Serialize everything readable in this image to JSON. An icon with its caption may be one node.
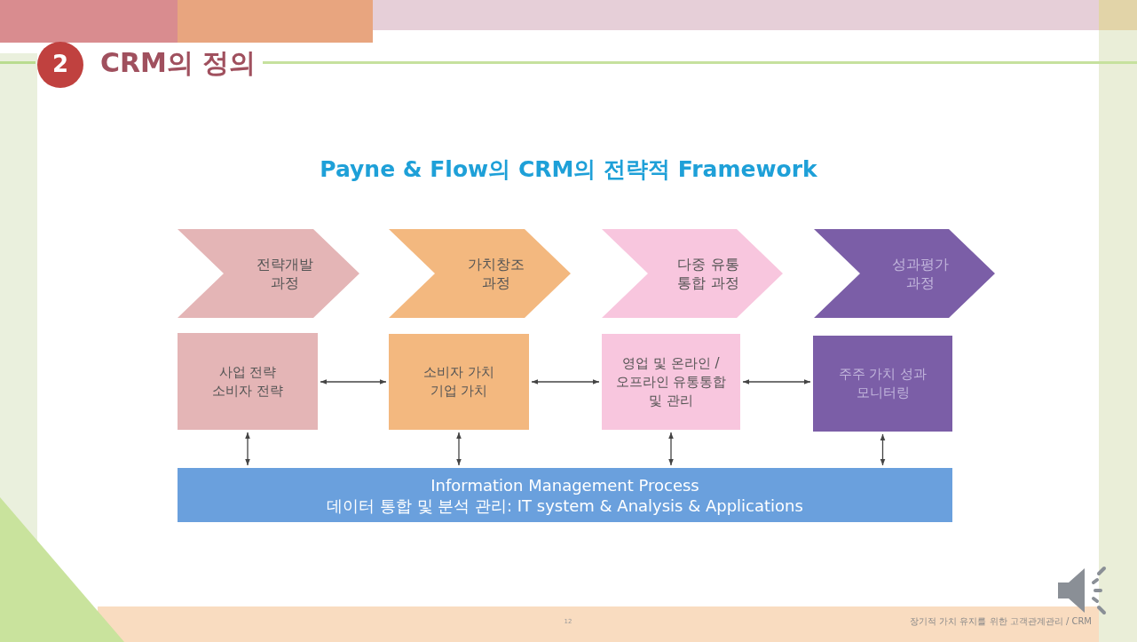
{
  "diagram": {
    "title": "Payne & Flow의 CRM의 전략적 Framework",
    "nodes": [
      {
        "text": [
          "전략개발 과정"
        ]
      },
      {
        "text": [
          "가치창조 과정"
        ]
      },
      {
        "text": [
          "다중 유통 통합 과정"
        ]
      },
      {
        "text": [
          "성과평가 과정"
        ]
      },
      {
        "text": [
          "사업 전략 소비자 전략"
        ]
      },
      {
        "text": [
          "소비자 가치 기업 가치"
        ]
      },
      {
        "text": [
          "영업 및 온라인 /오프라인 유통통합 및 관리"
        ]
      },
      {
        "text": [
          "주주 가치 성과 모니터링"
        ]
      },
      {
        "text": [
          "Information Management Process",
          "데이터 통합 및 분석 관리: IT system & Analysis & Applications"
        ]
      }
    ],
    "edges": [
      {
        "from": 4,
        "to": 5,
        "arrow": "both"
      },
      {
        "from": 5,
        "to": 6,
        "arrow": "both"
      },
      {
        "from": 6,
        "to": 7,
        "arrow": "both"
      },
      {
        "from": 4,
        "to": 8,
        "arrow": "both"
      },
      {
        "from": 5,
        "to": 8,
        "arrow": "both"
      },
      {
        "from": 6,
        "to": 8,
        "arrow": "both"
      },
      {
        "from": 7,
        "to": 8,
        "arrow": "both"
      }
    ],
    "labels": [
      "2",
      "CRM의 정의",
      "12",
      "장기적 가치 유지를 위한 고객관계관리 / CRM"
    ]
  }
}
